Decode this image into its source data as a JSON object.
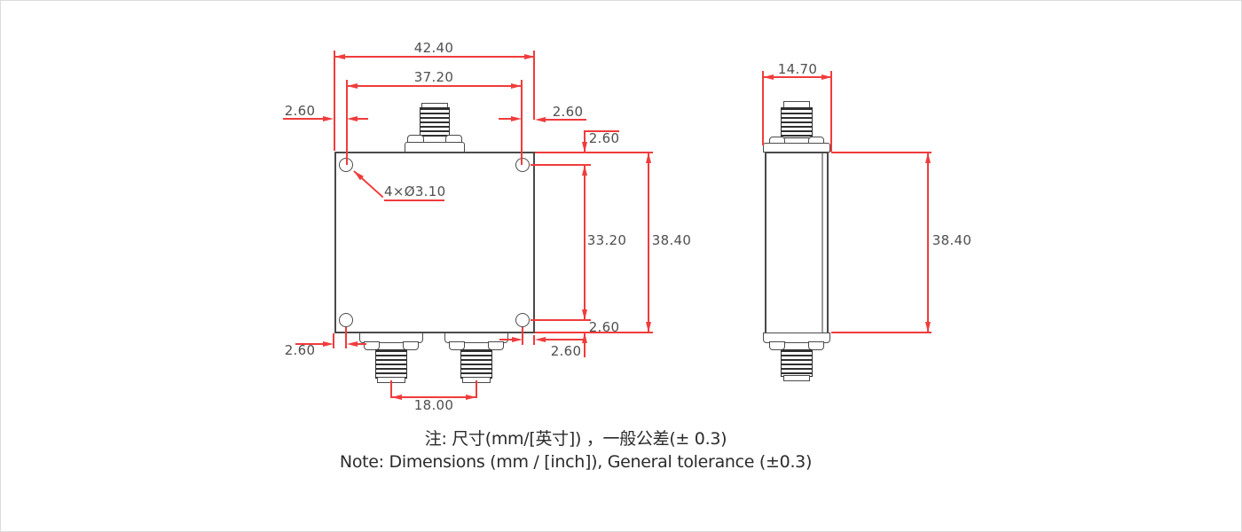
{
  "drawing": {
    "title_semantic": "2-way power divider outline drawing, front and side views",
    "front_view": {
      "overall_width": "42.40",
      "hole_span_horizontal": "37.20",
      "hole_offset_top_left": "2.60",
      "hole_offset_top_right": "2.60",
      "hole_offset_top_edge": "2.60",
      "hole_callout": "4×Ø3.10",
      "hole_span_vertical": "33.20",
      "overall_height": "38.40",
      "hole_offset_bottom_edge": "2.60",
      "hole_offset_bottom_right": "2.60",
      "hole_offset_bottom_left": "2.60",
      "port_spacing": "18.00"
    },
    "side_view": {
      "width": "14.70",
      "height": "38.40"
    },
    "notes": {
      "zh": "注: 尺寸(mm/[英寸]) ，一般公差(± 0.3)",
      "en": "Note: Dimensions (mm / [inch]), General tolerance (±0.3)"
    },
    "colors": {
      "dimension_line": "#f03c3c",
      "outline": "#4a4a4a",
      "dim_text": "#4f4f4f",
      "note_text": "#2b2b2b"
    }
  }
}
